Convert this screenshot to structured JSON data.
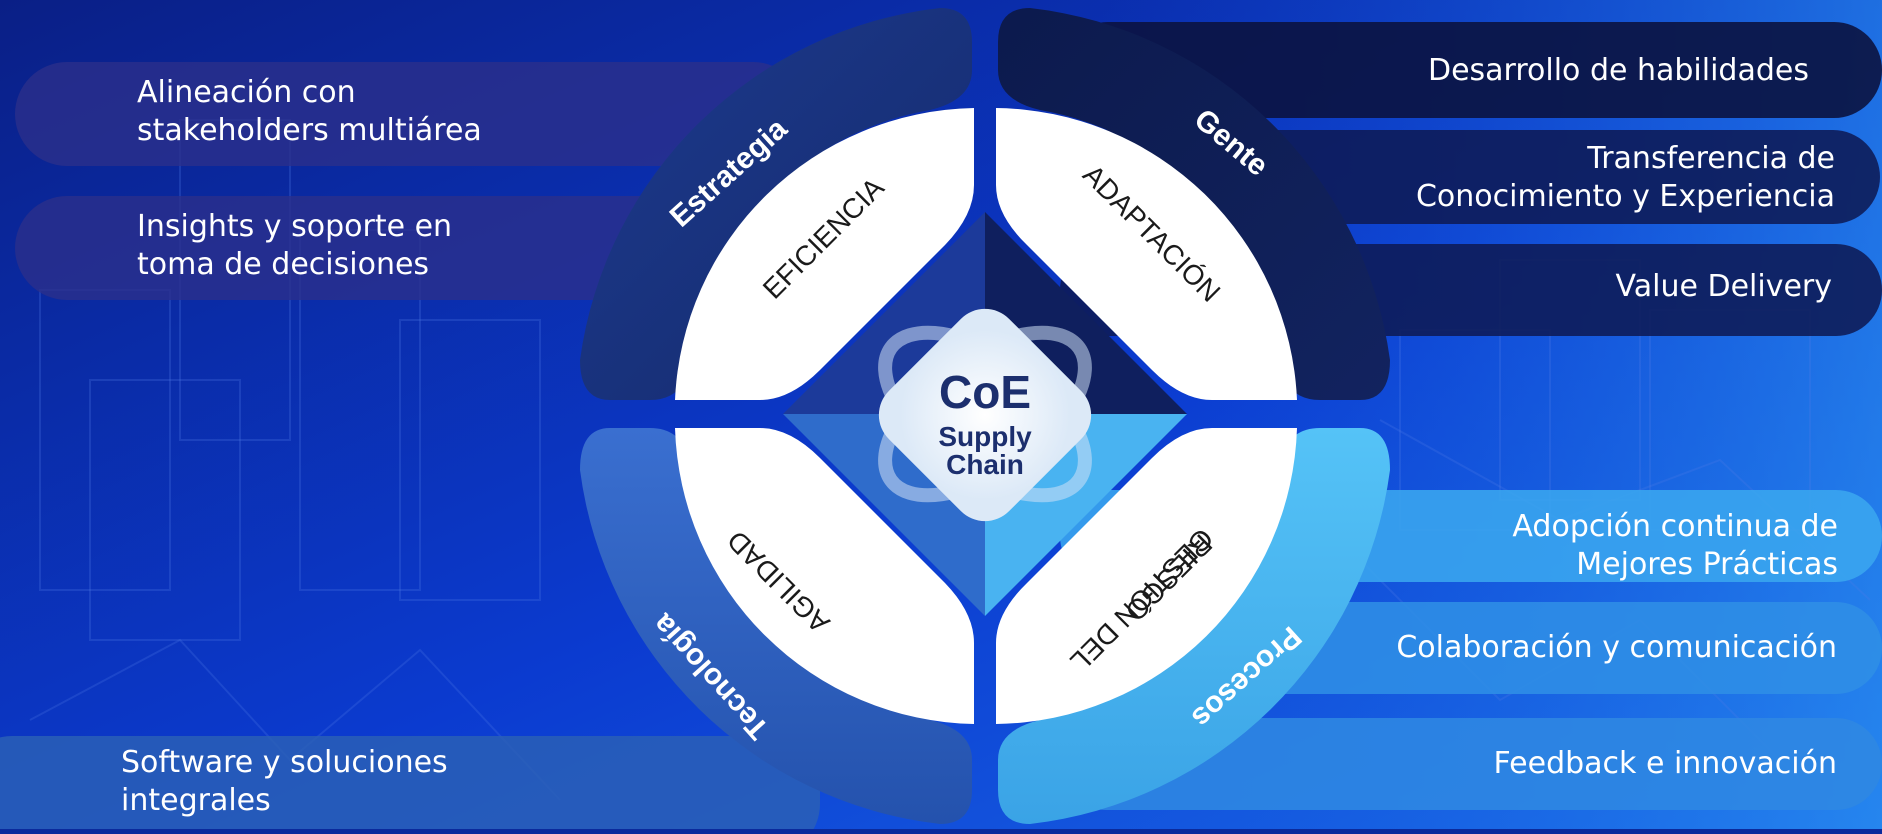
{
  "center": {
    "title": "CoE",
    "subtitle_line1": "Supply",
    "subtitle_line2": "Chain"
  },
  "quadrants": {
    "strategy": {
      "outer_label": "Estrategia",
      "inner_label": "EFICIENCIA"
    },
    "people": {
      "outer_label": "Gente",
      "inner_label": "ADAPTACIÓN"
    },
    "technology": {
      "outer_label": "Tecnología",
      "inner_label": "AGILIDAD"
    },
    "processes": {
      "outer_label": "Procesos",
      "inner_label_line1": "GESTIÓN DEL",
      "inner_label_line2": "RIESGO"
    }
  },
  "left_items": [
    "Alineación con\nstakeholders multiárea",
    "Insights y soporte en\ntoma de decisiones",
    "Software y soluciones\nintegrales"
  ],
  "right_items": [
    "Desarrollo de habilidades",
    "Transferencia de\nConocimiento y Experiencia",
    "Value Delivery",
    "Adopción continua de\nMejores Prácticas",
    "Colaboración y comunicación",
    "Feedback e innovación"
  ],
  "colors": {
    "background": "#0b2a9c",
    "strategy": "#18307a",
    "people": "#0d1a4a",
    "technology": "#2e63c4",
    "processes": "#4ab4f0",
    "center_text": "#1c2f6e"
  }
}
